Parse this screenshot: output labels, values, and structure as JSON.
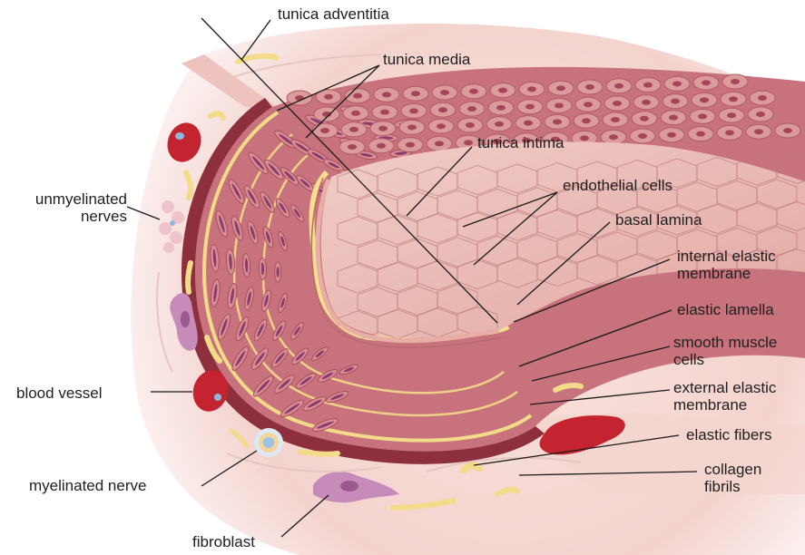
{
  "labels": {
    "tunica_adventitia": "tunica adventitia",
    "tunica_media": "tunica  media",
    "tunica_intima": "tunica  intima",
    "endothelial_cells": "endothelial cells",
    "basal_lamina": "basal lamina",
    "internal_elastic_membrane": [
      "internal elastic",
      "membrane"
    ],
    "elastic_lamella": "elastic lamella",
    "smooth_muscle_cells": [
      "smooth muscle",
      "cells"
    ],
    "external_elastic_membrane": [
      "external elastic",
      "membrane"
    ],
    "elastic_fibers": "elastic fibers",
    "collagen_fibrils": [
      "collagen",
      "fibrils"
    ],
    "unmyelinated_nerves": [
      "unmyelinated",
      "nerves"
    ],
    "blood_vessel": "blood vessel",
    "myelinated_nerve": "myelinated nerve",
    "fibroblast": "fibroblast"
  },
  "colors": {
    "adventitia": "#f6dcd8",
    "adventitia_edge": "#ecc3bd",
    "media": "#c5707a",
    "media_dark": "#8a2e3a",
    "muscle_cell": "#d98e93",
    "nucleus": "#8b3c6e",
    "elastic": "#f2dc8a",
    "intima_surface": "#e9b7b1",
    "endothelium_line": "#b97a78",
    "blood": "#c4242f",
    "fibroblast": "#c68bb8",
    "nerve": "#f0c9d0"
  }
}
